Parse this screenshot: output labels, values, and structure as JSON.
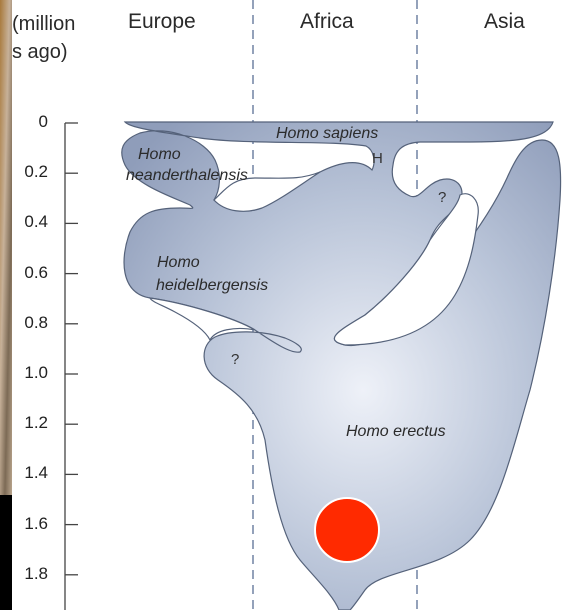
{
  "axis": {
    "title_line1": "(million",
    "title_line2": "s ago)",
    "ticks": [
      "0",
      "0.2",
      "0.4",
      "0.6",
      "0.8",
      "1.0",
      "1.2",
      "1.4",
      "1.6",
      "1.8"
    ]
  },
  "regions": {
    "europe": "Europe",
    "africa": "Africa",
    "asia": "Asia"
  },
  "species": {
    "sapiens": "Homo sapiens",
    "neanderthalensis_1": "Homo",
    "neanderthalensis_2": "neanderthalensis",
    "heidelbergensis_1": "Homo",
    "heidelbergensis_2": "heidelbergensis",
    "erectus": "Homo erectus"
  },
  "markers": {
    "h": "H",
    "q_asia": "?",
    "q_europe": "?"
  },
  "colors": {
    "header_bg": "#ffffff",
    "chart_bg": "#ffffff",
    "region_fill": "#a9b6cc",
    "region_stroke": "#55627a",
    "divider": "#5a6f95",
    "dot": "#ff2a00"
  }
}
